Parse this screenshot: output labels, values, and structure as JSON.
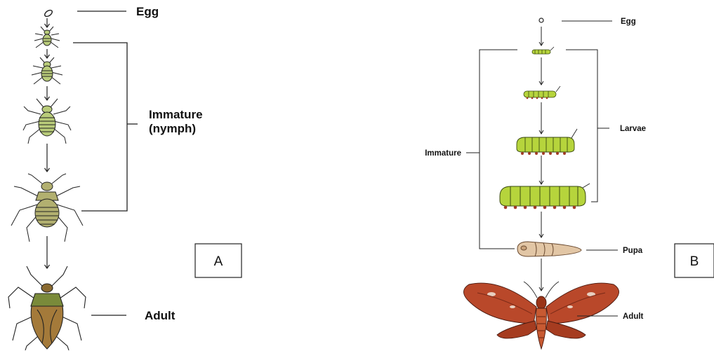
{
  "diagram_a": {
    "labels": {
      "egg": "Egg",
      "immature_line1": "Immature",
      "immature_line2": "(nymph)",
      "adult": "Adult"
    },
    "panel_label": "A"
  },
  "diagram_b": {
    "labels": {
      "egg": "Egg",
      "immature": "Immature",
      "larvae": "Larvae",
      "pupa": "Pupa",
      "adult": "Adult"
    },
    "panel_label": "B"
  },
  "colors": {
    "nymph_green": "#b9cc7a",
    "adult_bug_brown": "#a47a3a",
    "caterpillar_green": "#b6d43c",
    "caterpillar_spots": "#a23a25",
    "pupa_tan": "#e2c6a5",
    "moth_red": "#b9482a",
    "line": "#222222"
  }
}
